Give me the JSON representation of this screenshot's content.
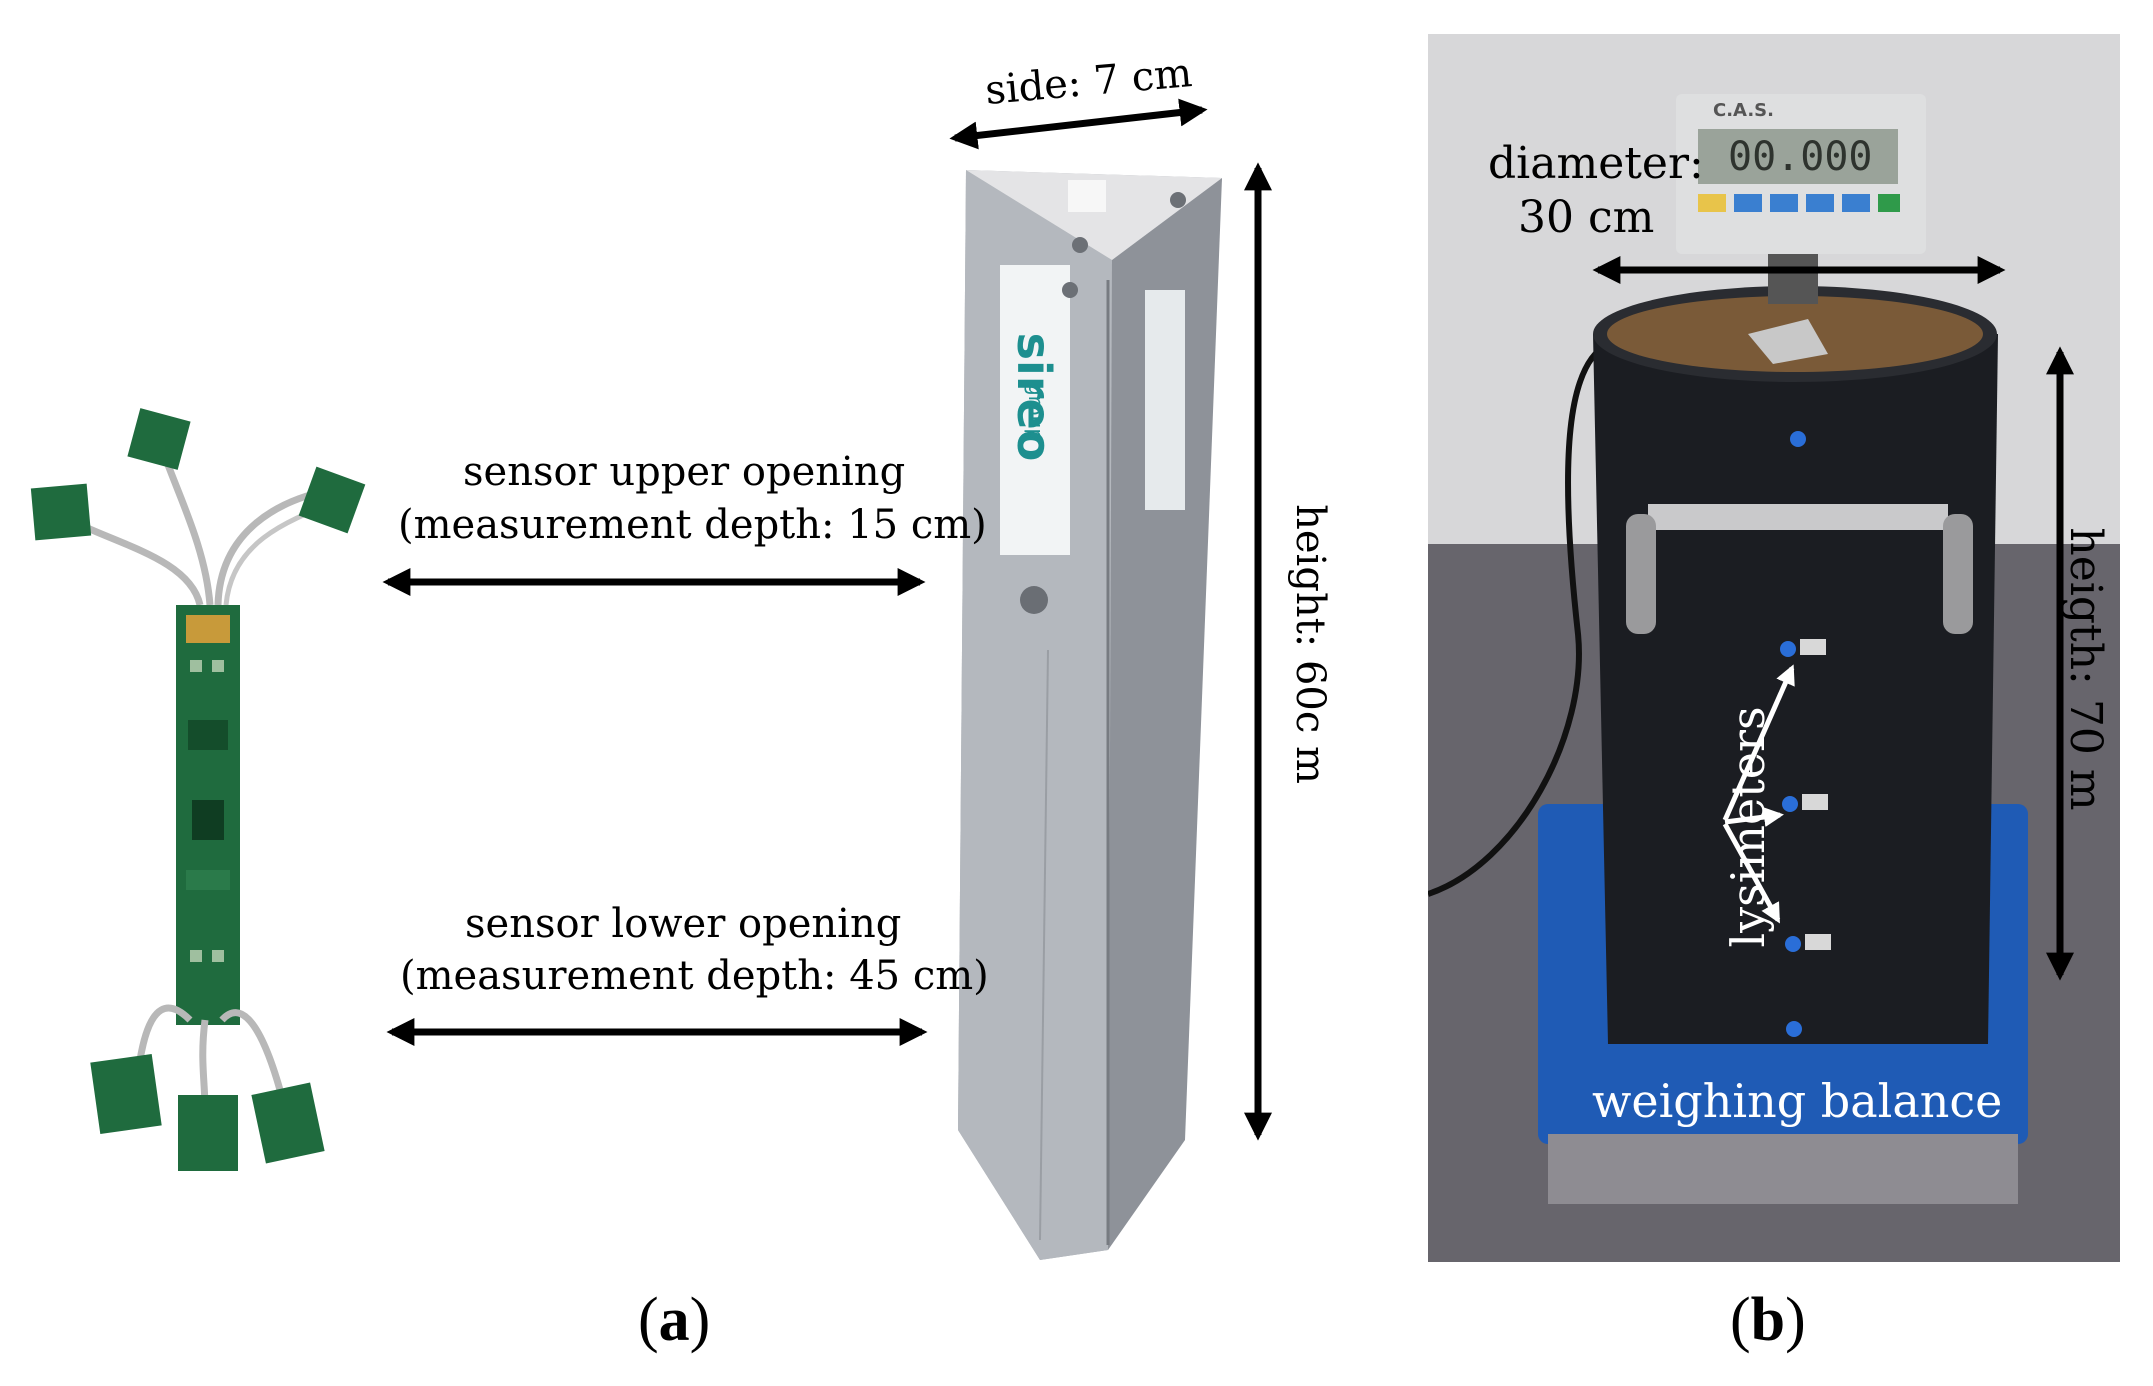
{
  "panel_a": {
    "side_label": "side: 7 cm",
    "upper_line1": "sensor upper opening",
    "upper_line2": "(measurement depth: 15 cm)",
    "lower_line1": "sensor lower opening",
    "lower_line2": "(measurement depth: 45 cm)",
    "height_label": "height: 60c m",
    "logo_text": "sireo",
    "logo_sub": "group",
    "caption_open": "(",
    "caption_letter": "a",
    "caption_close": ")"
  },
  "panel_b": {
    "diameter_line1": "diameter:",
    "diameter_line2": "30 cm",
    "height_label": "heigth: 70  m",
    "lysimeters_label": "lysimeters",
    "balance_label": "weighing balance",
    "scale_display": "00.000",
    "scale_brand": "C.A.S.",
    "caption_open": "(",
    "caption_letter": "b",
    "caption_close": ")"
  },
  "colors": {
    "pcb_green": "#1f6b3e",
    "metal": "#a9adb3",
    "cylinder": "#1b1d22",
    "balance_blue": "#1f5bb5",
    "wall": "#d9d9db",
    "floor": "#66646b"
  }
}
